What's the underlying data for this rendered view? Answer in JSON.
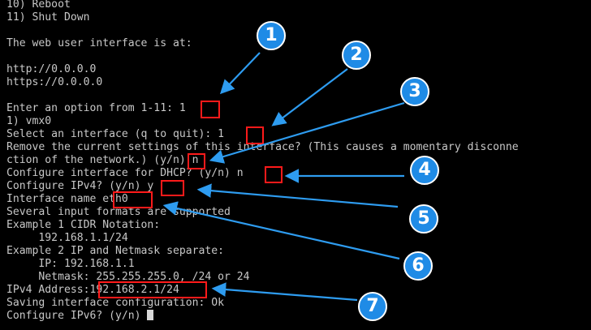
{
  "terminal": {
    "lines": [
      "10) Reboot",
      "11) Shut Down",
      "",
      "The web user interface is at:",
      "",
      "http://0.0.0.0",
      "https://0.0.0.0",
      "",
      "Enter an option from 1-11: 1",
      "1) vmx0",
      "Select an interface (q to quit): 1",
      "Remove the current settings of this interface? (This causes a momentary disconne",
      "ction of the network.) (y/n) n",
      "Configure interface for DHCP? (y/n) n",
      "Configure IPv4? (y/n) y",
      "Interface name eth0",
      "Several input formats are supported",
      "Example 1 CIDR Notation:",
      "     192.168.1.1/24",
      "Example 2 IP and Netmask separate:",
      "     IP: 192.168.1.1",
      "     Netmask: 255.255.255.0, /24 or 24",
      "IPv4 Address:192.168.2.1/24",
      "Saving interface configuration: Ok",
      "Configure IPv6? (y/n) "
    ]
  },
  "callouts": [
    "1",
    "2",
    "3",
    "4",
    "5",
    "6",
    "7"
  ],
  "colors": {
    "background": "#000000",
    "text": "#c8c8c8",
    "highlight_box": "#ff1a1a",
    "badge": "#1f8be6"
  }
}
